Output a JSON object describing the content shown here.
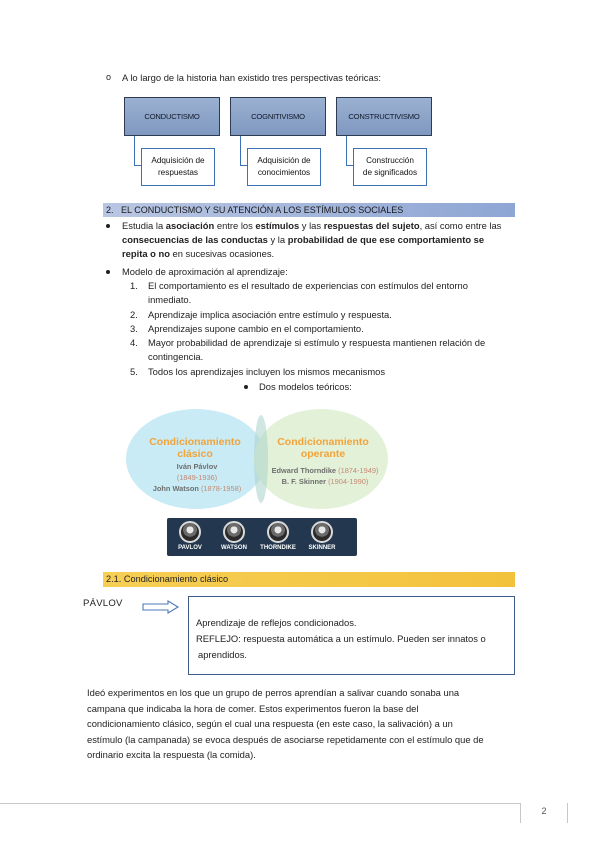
{
  "intro": {
    "bullet": "o",
    "text": "A lo largo de la historia han existido tres perspectivas teóricas:"
  },
  "perspectives": [
    {
      "title": "CONDUCTISMO",
      "sub_1": "Adquisición de",
      "sub_2": "respuestas"
    },
    {
      "title": "COGNITIVISMO",
      "sub_1": "Adquisición de",
      "sub_2": "conocimientos"
    },
    {
      "title": "CONSTRUCTIVISMO",
      "sub_1": "Construcción",
      "sub_2": "de significados"
    }
  ],
  "section2": {
    "number": "2.",
    "title": "EL CONDUCTISMO Y SU ATENCIÓN A LOS ESTÍMULOS SOCIALES"
  },
  "bullet1": {
    "l1_a": "Estudia la ",
    "l1_b": "asociación",
    "l1_c": " entre los ",
    "l1_d": "estímulos",
    "l1_e": " y las ",
    "l1_f": "respuestas del sujeto",
    "l1_g": ", así como entre las",
    "l2_a": "consecuencias de las conductas",
    "l2_b": " y la ",
    "l2_c": "probabilidad de que ese comportamiento se",
    "l3_a": "repita o no",
    "l3_b": " en sucesivas ocasiones."
  },
  "bullet2": {
    "text": "Modelo de aproximación al aprendizaje:"
  },
  "model_items": [
    {
      "num": "1.",
      "l1": "El comportamiento es el resultado de experiencias con estímulos del entorno",
      "l2": "inmediato."
    },
    {
      "num": "2.",
      "l1": "Aprendizaje implica asociación entre estímulo y respuesta.",
      "l2": ""
    },
    {
      "num": "3.",
      "l1": "Aprendizajes supone cambio en el comportamiento.",
      "l2": ""
    },
    {
      "num": "4.",
      "l1": "Mayor probabilidad de aprendizaje si estímulo y respuesta mantienen relación de",
      "l2": "contingencia."
    },
    {
      "num": "5.",
      "l1": "Todos los aprendizajes incluyen los mismos mecanismos",
      "l2": ""
    }
  ],
  "bullet3": {
    "text": "Dos modelos teóricos:"
  },
  "venn": {
    "left_title_1": "Condicionamiento",
    "left_title_2": "clásico",
    "left_name_1": "Iván Pávlov",
    "left_year_1": "(1849-1936)",
    "left_name_2": "John Watson",
    "left_year_2": "(1878-1958)",
    "right_title_1": "Condicionamiento",
    "right_title_2": "operante",
    "right_name_1": "Edward Thorndike",
    "right_year_1": "(1874-1949)",
    "right_name_2": "B. F. Skinner",
    "right_year_2": "(1904-1990)",
    "left_color": "#c8ebf5",
    "right_color": "#e3f1d8",
    "title_color": "#f2a33a"
  },
  "portraits": [
    "PAVLOV",
    "WATSON",
    "THORNDIKE",
    "SKINNER"
  ],
  "section21": {
    "title": "2.1. Condicionamiento clásico"
  },
  "pavlov": {
    "label": "PÁVLOV",
    "def_1": "Aprendizaje de reflejos condicionados.",
    "def_2": "REFLEJO: respuesta automática a un estímulo. Pueden ser innatos o",
    "def_3": "aprendidos."
  },
  "paragraph": [
    "Ideó experimentos en los que un grupo de perros aprendían a salivar cuando sonaba una",
    "campana que indicaba la hora de comer. Estos experimentos fueron la base del",
    "condicionamiento clásico, según el cual una respuesta (en este caso, la salivación) a un",
    "estímulo (la campanada) se evoca después de asociarse repetidamente con el estímulo que de",
    "ordinario excita la respuesta (la comida)."
  ],
  "footer": {
    "page": "2"
  }
}
